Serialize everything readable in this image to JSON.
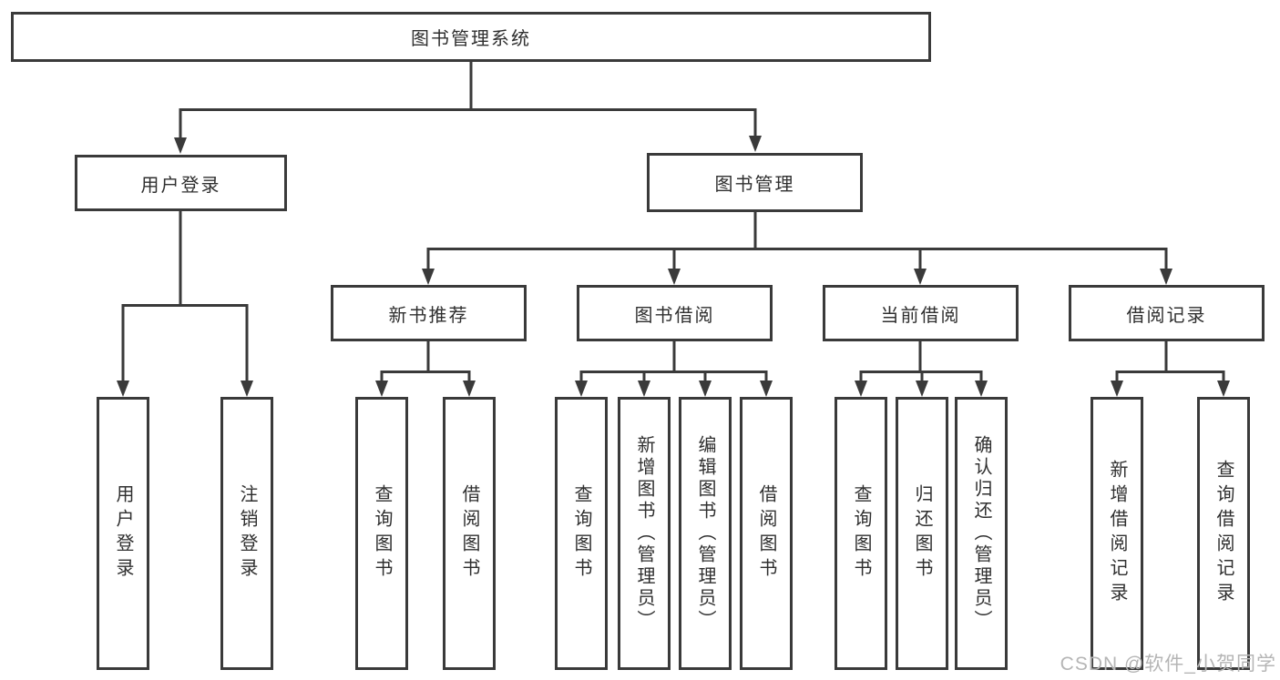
{
  "diagram": {
    "type": "hierarchy-tree",
    "root": {
      "label": "图书管理系统",
      "children": [
        {
          "label": "用户登录",
          "children": [
            {
              "label": "用户登录"
            },
            {
              "label": "注销登录"
            }
          ]
        },
        {
          "label": "图书管理",
          "children": [
            {
              "label": "新书推荐",
              "children": [
                {
                  "label": "查询图书"
                },
                {
                  "label": "借阅图书"
                }
              ]
            },
            {
              "label": "图书借阅",
              "children": [
                {
                  "label": "查询图书"
                },
                {
                  "label": "新增图书（管理员）"
                },
                {
                  "label": "编辑图书（管理员）"
                },
                {
                  "label": "借阅图书"
                }
              ]
            },
            {
              "label": "当前借阅",
              "children": [
                {
                  "label": "查询图书"
                },
                {
                  "label": "归还图书"
                },
                {
                  "label": "确认归还（管理员）"
                }
              ]
            },
            {
              "label": "借阅记录",
              "children": [
                {
                  "label": "新增借阅记录"
                },
                {
                  "label": "查询借阅记录"
                }
              ]
            }
          ]
        }
      ]
    }
  },
  "watermark": {
    "text": "CSDN @软件_小贺同学"
  },
  "colors": {
    "line": "#3a3a3a",
    "box_border": "#3a3a3a",
    "text": "#2f2f2f",
    "watermark": "#b5b5b5",
    "background": "#ffffff"
  }
}
